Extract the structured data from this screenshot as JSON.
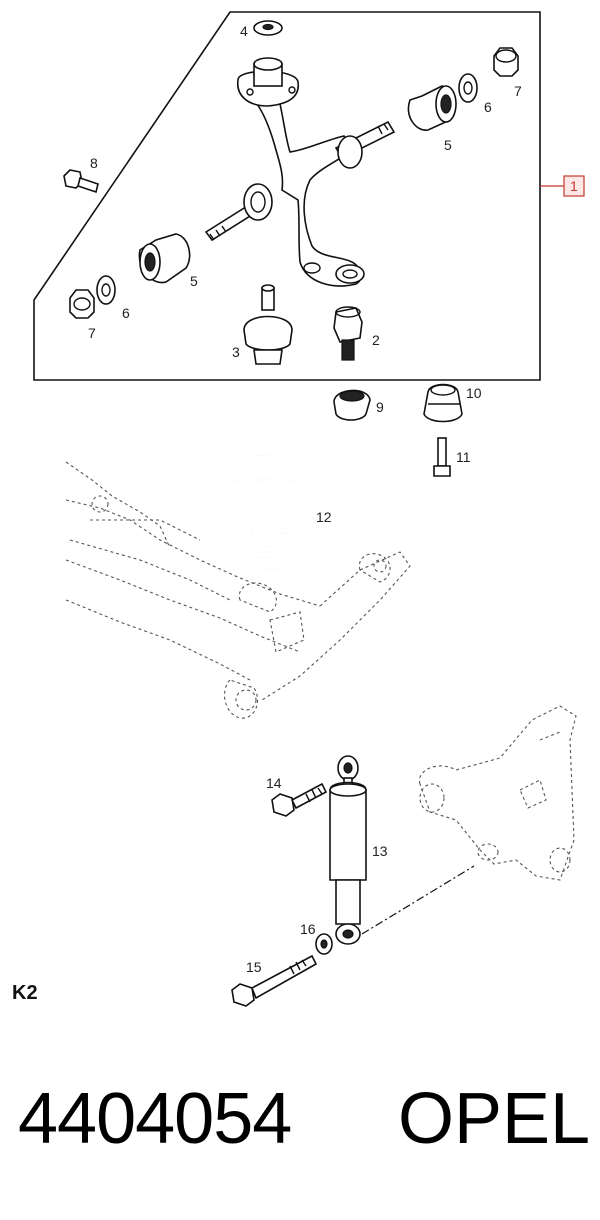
{
  "diagram": {
    "labels": {
      "p1": "1",
      "p2": "2",
      "p3": "3",
      "p4": "4",
      "p5a": "5",
      "p5b": "5",
      "p6a": "6",
      "p6b": "6",
      "p7a": "7",
      "p7b": "7",
      "p8": "8",
      "p9": "9",
      "p10": "10",
      "p11": "11",
      "p12": "12",
      "p13": "13",
      "p14": "14",
      "p15": "15",
      "p16": "16"
    },
    "section_code": "K2"
  },
  "footer": {
    "part_number": "4404054",
    "brand": "OPEL"
  }
}
